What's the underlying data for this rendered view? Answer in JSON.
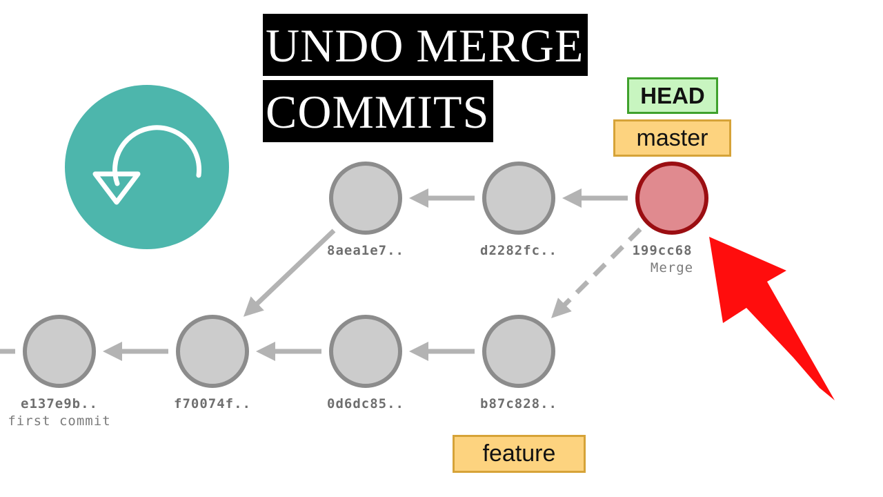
{
  "title": {
    "line1": "UNDO MERGE",
    "line2": "COMMITS"
  },
  "badge": {
    "icon": "undo-icon",
    "color": "#4db6ac"
  },
  "refs": {
    "head": "HEAD",
    "master": "master",
    "feature": "feature"
  },
  "commits": {
    "c8aea1e7": {
      "sha": "8aea1e7.."
    },
    "cd2282fc": {
      "sha": "d2282fc.."
    },
    "c199cc68": {
      "sha": "199cc68",
      "message": "Merge"
    },
    "ce137e9b": {
      "sha": "e137e9b..",
      "message": "first commit"
    },
    "cf70074f": {
      "sha": "f70074f.."
    },
    "c0d6dc85": {
      "sha": "0d6dc85.."
    },
    "cb87c828": {
      "sha": "b87c828.."
    }
  },
  "colors": {
    "commit_fill": "#cccccc",
    "commit_stroke": "#8c8c8c",
    "merge_fill": "#e08a8f",
    "merge_stroke": "#9b0e12",
    "edge": "#b3b3b3",
    "pointer_arrow": "#ff0d0d",
    "head_fill": "#c8f5c0",
    "branch_fill": "#fdd37f"
  }
}
